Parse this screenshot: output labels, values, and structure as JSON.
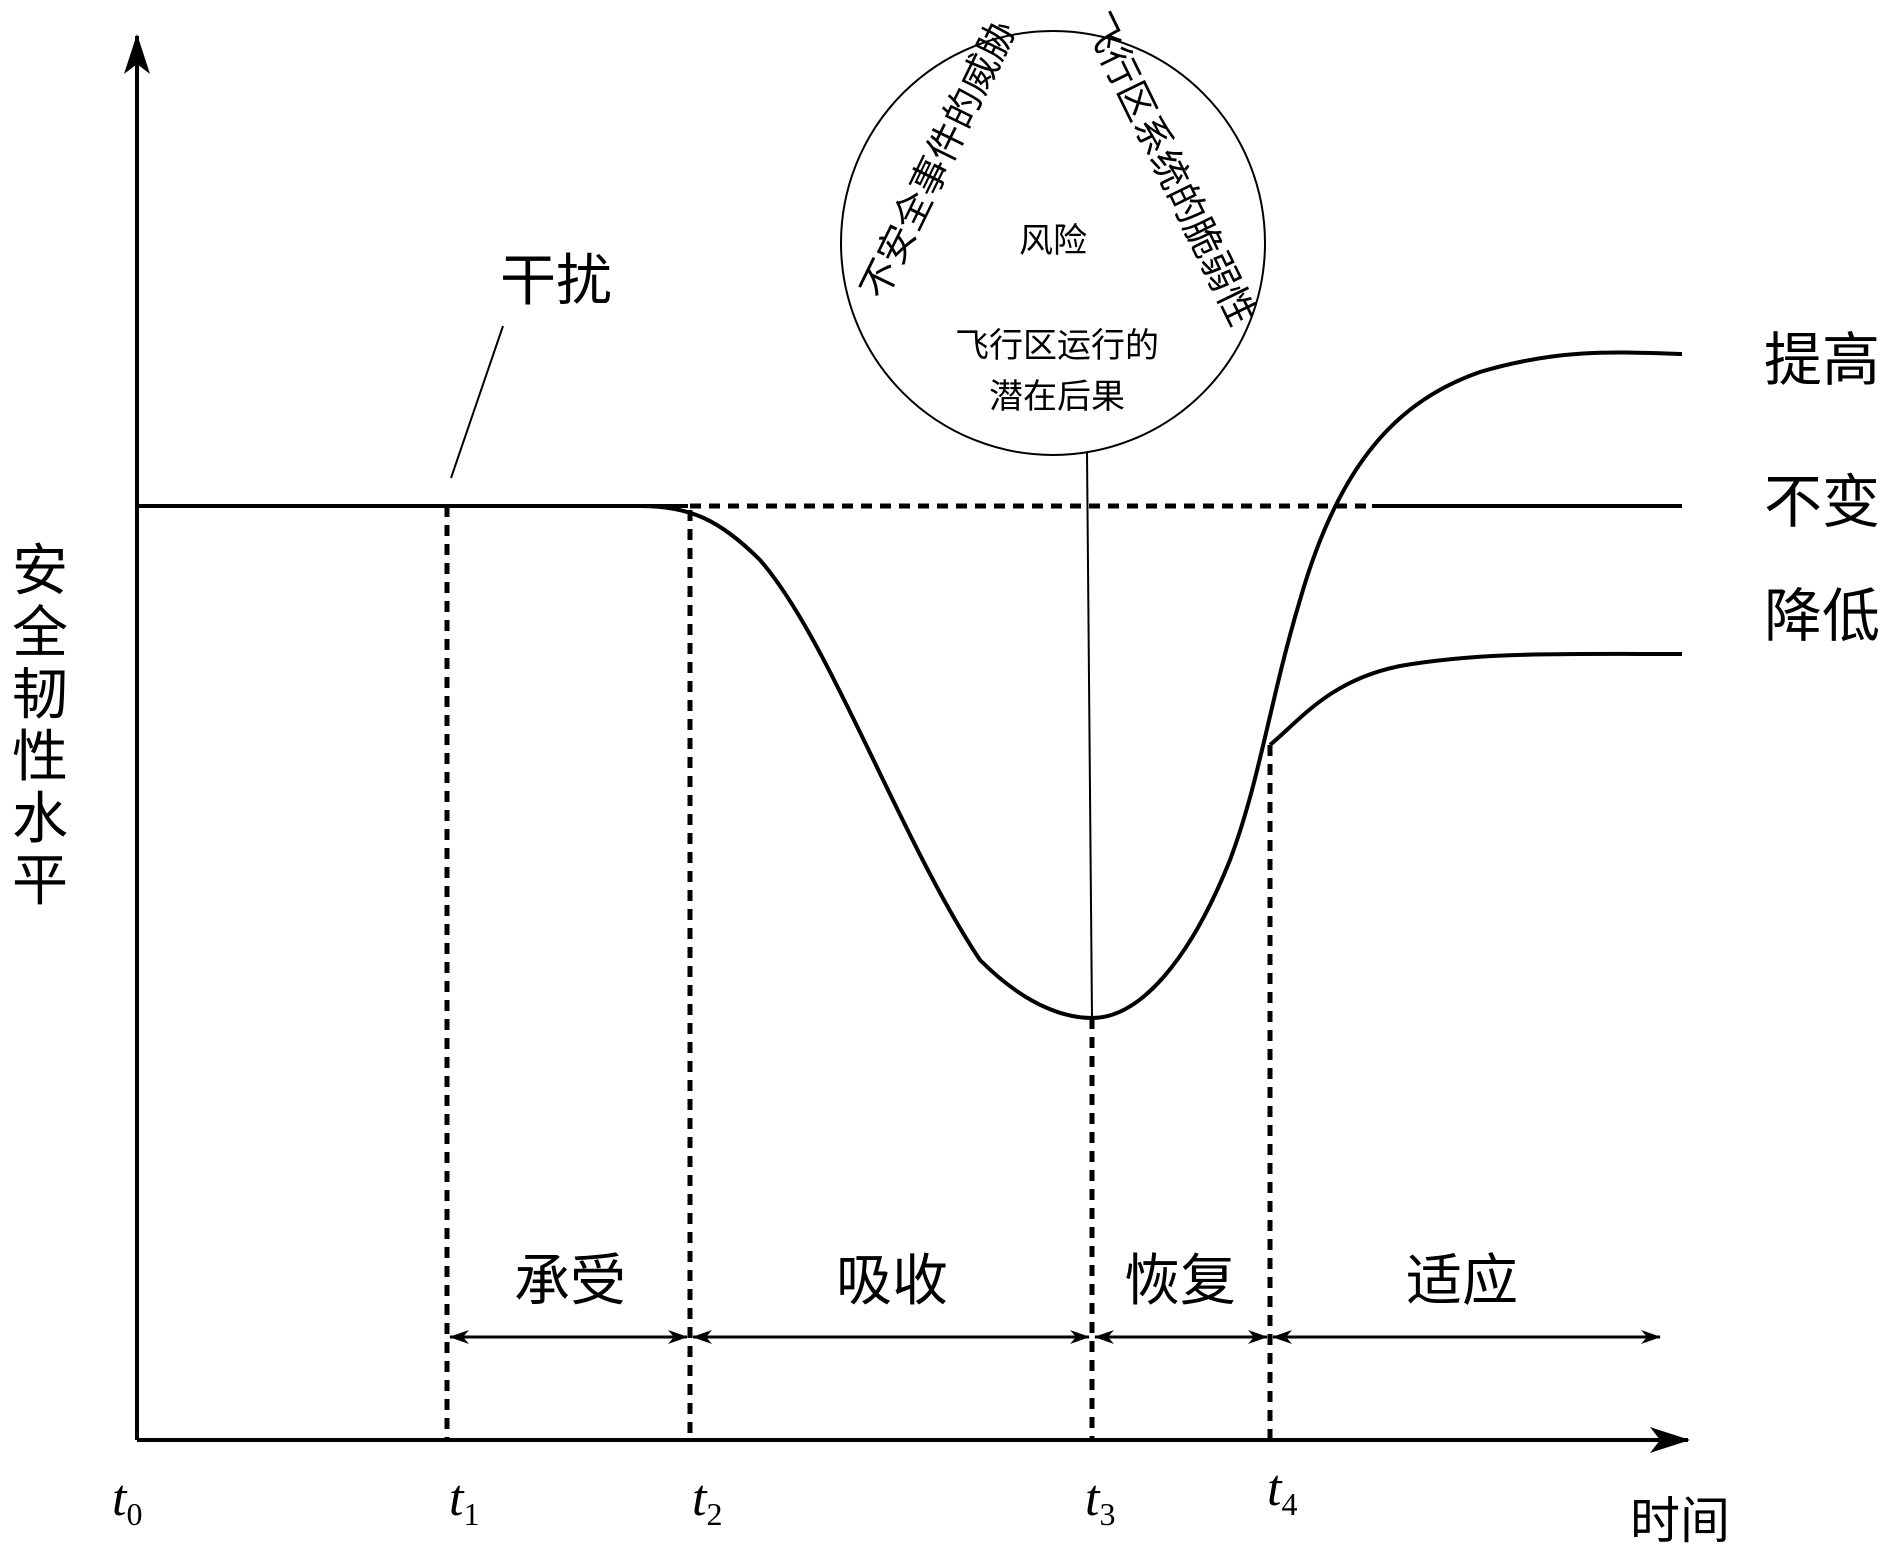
{
  "diagram": {
    "y_axis_label": "安全韧性水平",
    "x_axis_label": "时间",
    "disturbance_label": "干扰",
    "time_points": [
      {
        "name": "t",
        "sub": "0"
      },
      {
        "name": "t",
        "sub": "1"
      },
      {
        "name": "t",
        "sub": "2"
      },
      {
        "name": "t",
        "sub": "3"
      },
      {
        "name": "t",
        "sub": "4"
      }
    ],
    "phases": [
      "承受",
      "吸收",
      "恢复",
      "适应"
    ],
    "outcomes": {
      "improved": "提高",
      "unchanged": "不变",
      "reduced": "降低"
    },
    "risk_circle": {
      "center": "风险",
      "left_side": "不安全事件的威胁",
      "right_side": "飞行区系统的脆弱性",
      "bottom_line1": "飞行区运行的",
      "bottom_line2": "潜在后果"
    }
  }
}
